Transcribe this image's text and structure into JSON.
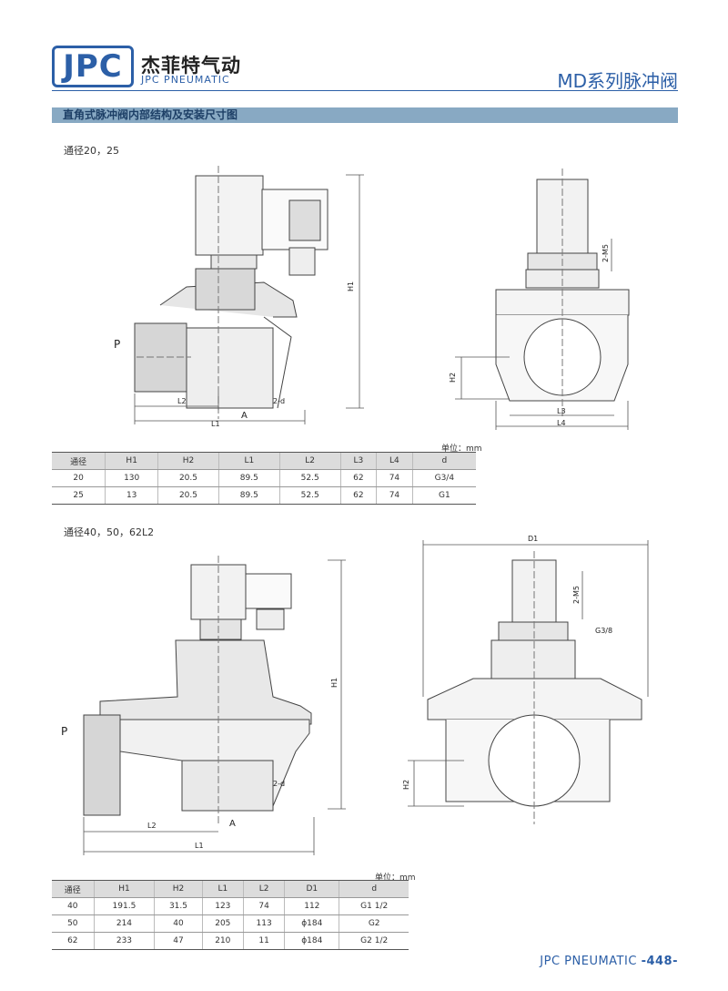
{
  "header": {
    "logo_text": "JPC",
    "brand_cn": "杰菲特气动",
    "brand_en": "JPC PNEUMATIC",
    "series_title": "MD系列脉冲阀"
  },
  "section_title": "直角式脉冲阀内部结构及安装尺寸图",
  "part1": {
    "subtitle": "通径20，25",
    "labels": {
      "p": "P",
      "a": "A",
      "l1": "L1",
      "l2": "L2",
      "l3": "L3",
      "l4": "L4",
      "h1": "H1",
      "h2": "H2",
      "d": "2-d",
      "m5": "2-M5"
    },
    "unit": "单位：mm",
    "table": {
      "headers": [
        "通径",
        "H1",
        "H2",
        "L1",
        "L2",
        "L3",
        "L4",
        "d"
      ],
      "rows": [
        [
          "20",
          "130",
          "20.5",
          "89.5",
          "52.5",
          "62",
          "74",
          "G3/4"
        ],
        [
          "25",
          "13",
          "20.5",
          "89.5",
          "52.5",
          "62",
          "74",
          "G1"
        ]
      ]
    }
  },
  "part2": {
    "subtitle": "通径40，50，62L2",
    "labels": {
      "p": "P",
      "a": "A",
      "l1": "L1",
      "l2": "L2",
      "h1": "H1",
      "h2": "H2",
      "d": "2-d",
      "d1": "D1",
      "m5": "2-M5",
      "g38": "G3/8"
    },
    "unit": "单位：mm",
    "table": {
      "headers": [
        "通径",
        "H1",
        "H2",
        "L1",
        "L2",
        "D1",
        "d"
      ],
      "rows": [
        [
          "40",
          "191.5",
          "31.5",
          "123",
          "74",
          "112",
          "G1 1/2"
        ],
        [
          "50",
          "214",
          "40",
          "205",
          "113",
          "ɸ184",
          "G2"
        ],
        [
          "62",
          "233",
          "47",
          "210",
          "11",
          "ɸ184",
          "G2 1/2"
        ]
      ]
    }
  },
  "footer": {
    "brand": "JPC PNEUMATIC",
    "page": "-448-"
  },
  "colors": {
    "brand_blue": "#2c5fa7",
    "bar": "#88a9c3"
  }
}
